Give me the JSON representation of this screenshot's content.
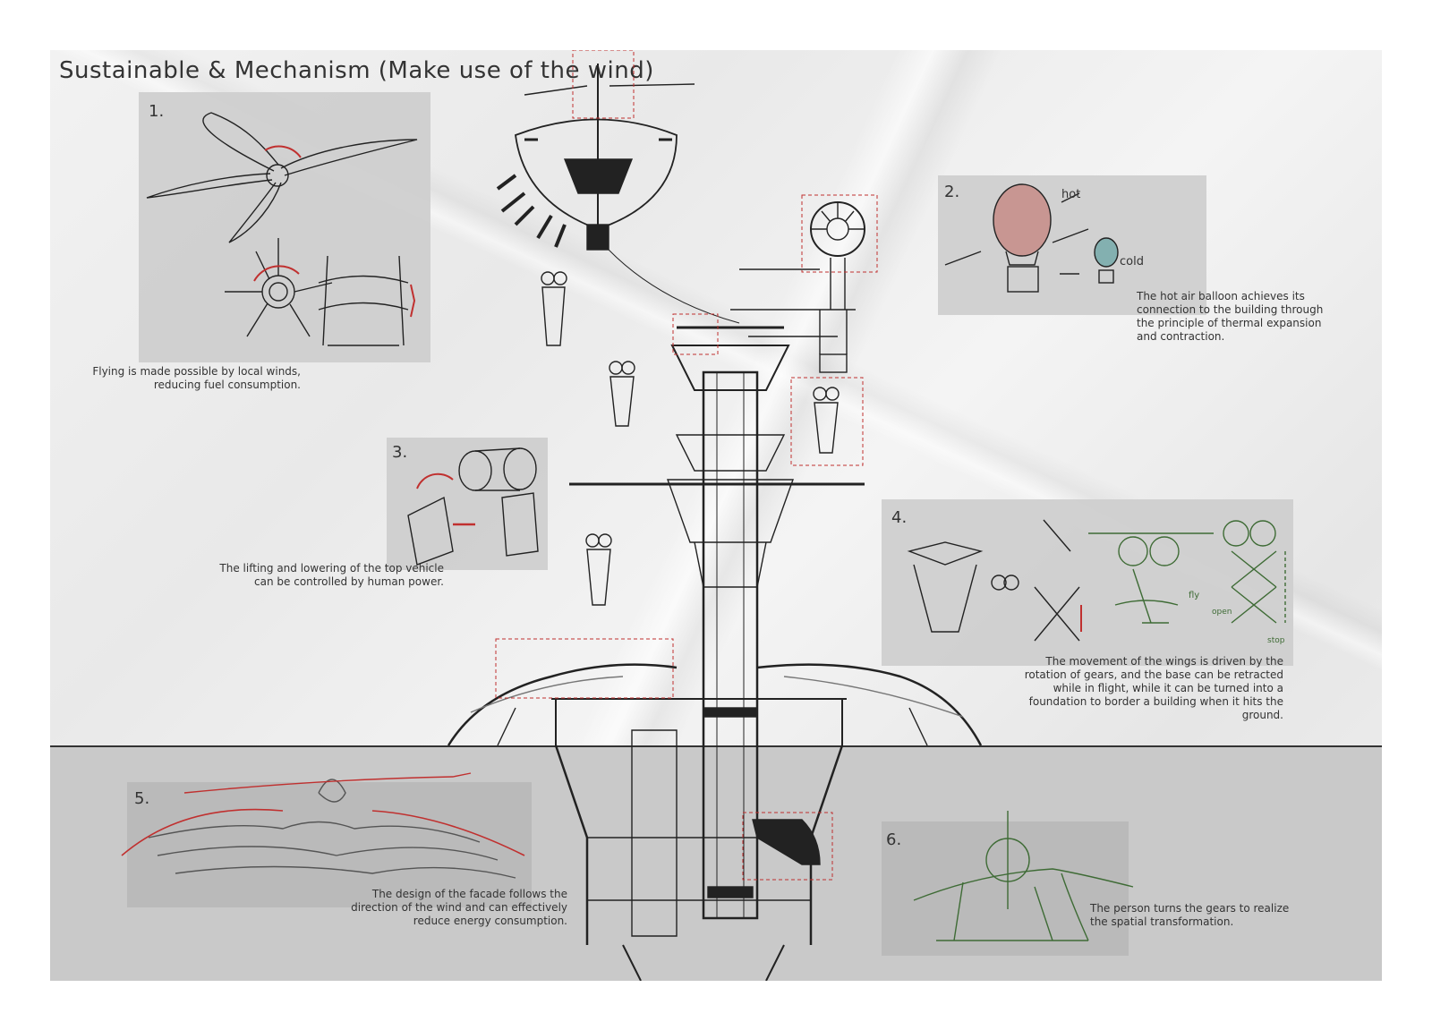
{
  "title": "Sustainable & Mechanism (Make use of the wind)",
  "panels": [
    {
      "num": "1.",
      "caption_lines": [
        "Flying is made possible by local winds,",
        "reducing fuel consumption."
      ]
    },
    {
      "num": "2.",
      "caption_lines": [
        "The hot air balloon achieves its",
        "connection to the building through",
        "the principle of thermal expansion",
        "and contraction."
      ],
      "sketch_labels": {
        "hot": "hot",
        "cold": "cold"
      }
    },
    {
      "num": "3.",
      "caption_lines": [
        "The lifting and lowering of the top vehicle",
        "can be controlled by human power."
      ]
    },
    {
      "num": "4.",
      "caption_lines": [
        "The movement of the wings is driven by the",
        "rotation of gears, and the base can be retracted",
        "while in flight, while it can be turned into a",
        "foundation to border a building when it hits the",
        "ground."
      ],
      "sketch_labels": {
        "fly": "fly",
        "open": "open",
        "stop": "stop"
      }
    },
    {
      "num": "5.",
      "caption_lines": [
        "The design of the facade follows the",
        "direction of the wind and can effectively",
        "reduce energy consumption."
      ]
    },
    {
      "num": "6.",
      "caption_lines": [
        "The person turns the gears to realize",
        "the spatial transformation."
      ]
    }
  ],
  "colors": {
    "accent": "#c0302f",
    "ink": "#222222",
    "panel": "#cfcfcf",
    "sketch_green": "#3e6b35",
    "balloon_red": "#c57d78",
    "balloon_teal": "#6fa8a8"
  }
}
